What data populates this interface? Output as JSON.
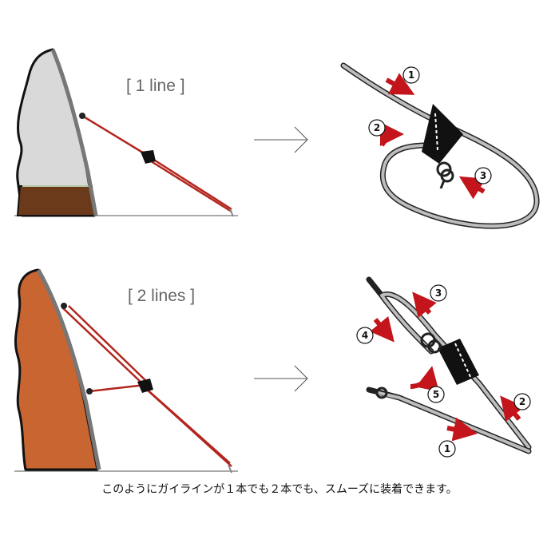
{
  "panel_one": {
    "title": "[ 1 line ]",
    "steps": [
      "1",
      "2",
      "3"
    ]
  },
  "panel_two": {
    "title": "[ 2 lines ]",
    "steps": [
      "1",
      "2",
      "3",
      "4",
      "5"
    ]
  },
  "caption": "このようにガイラインが１本でも２本でも、スムーズに装着できます。",
  "colors": {
    "guyline": "#b3261e",
    "tent_gray": "#d9d9d9",
    "tent_brown": "#6b3a1b",
    "tent_orange": "#c96530",
    "cord": "#b8b8b8",
    "arrow": "#c3151b",
    "tensioner": "#111111"
  }
}
